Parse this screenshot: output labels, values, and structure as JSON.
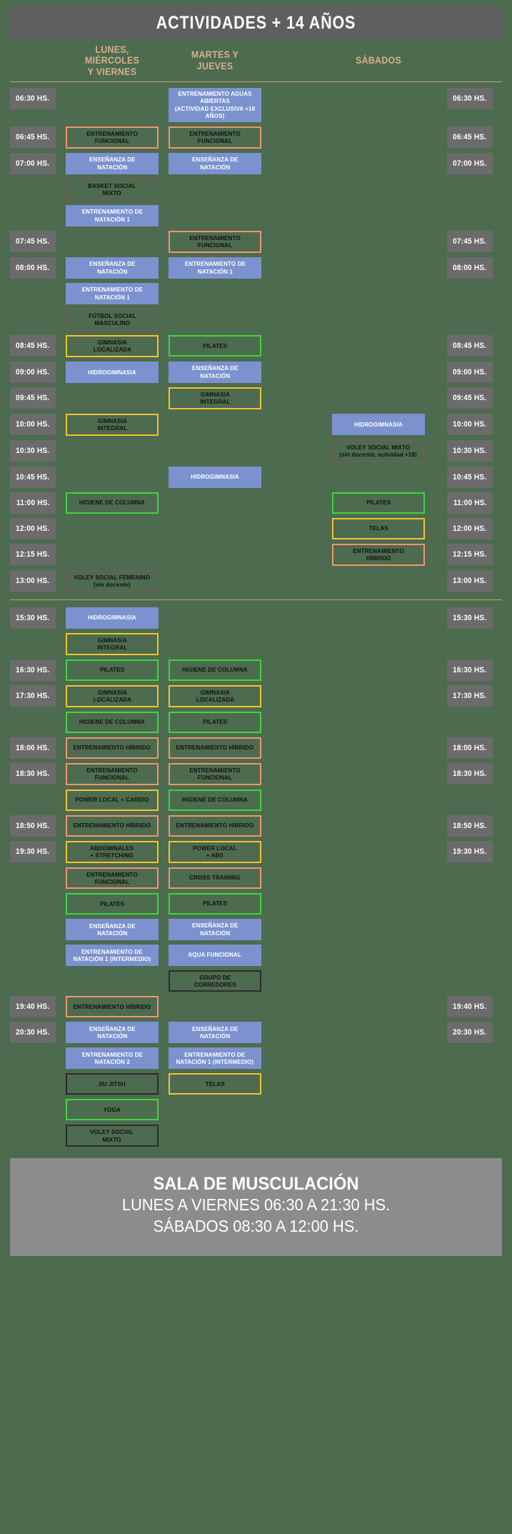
{
  "header": {
    "title": "ACTIVIDADES + 14 AÑOS",
    "columns": [
      {
        "id": "lmv",
        "label_line1": "LUNES, MIÉRCOLES",
        "label_line2": "Y VIERNES"
      },
      {
        "id": "mj",
        "label_line1": "MARTES Y",
        "label_line2": "JUEVES"
      },
      {
        "id": "sab",
        "label_line1": "SÁBADOS",
        "label_line2": ""
      }
    ]
  },
  "colors": {
    "background": "#4d6b4f",
    "header_bar": "#5f5f5f",
    "time_cell": "#6b6b6b",
    "day_label": "#d4b28c",
    "rule": "#c9a578",
    "pool_blue": "#7b92cf",
    "orange_border": "#f2936e",
    "yellow_border": "#f5c32c",
    "green_border": "#3dd63d",
    "gray_border": "#6b5f57",
    "dark_border": "#2b2b2b",
    "footer_bar": "#8c8c8c"
  },
  "morning": [
    {
      "time": "06:30 HS.",
      "lmv": [],
      "mj": [
        {
          "label": "ENTRENAMIENTO AGUAS ABIERTAS\n(ACTIVIDAD EXCLUSIVA +18 AÑOS)",
          "style": "blue"
        }
      ],
      "sab": []
    },
    {
      "time": "06:45 HS.",
      "lmv": [
        {
          "label": "ENTRENAMIENTO\nFUNCIONAL",
          "style": "orange"
        }
      ],
      "mj": [
        {
          "label": "ENTRENAMIENTO\nFUNCIONAL",
          "style": "orange"
        }
      ],
      "sab": []
    },
    {
      "time": "07:00 HS.",
      "lmv": [
        {
          "label": "ENSEÑANZA DE\nNATACIÓN",
          "style": "blue"
        },
        {
          "label": "BASKET SOCIAL\nMIXTO",
          "style": "gray"
        },
        {
          "label": "ENTRENAMIENTO DE\nNATACIÓN 1",
          "style": "blue"
        }
      ],
      "mj": [
        {
          "label": "ENSEÑANZA DE\nNATACIÓN",
          "style": "blue"
        }
      ],
      "sab": []
    },
    {
      "time": "07:45 HS.",
      "lmv": [],
      "mj": [
        {
          "label": "ENTRENAMIENTO\nFUNCIONAL",
          "style": "orange"
        }
      ],
      "sab": []
    },
    {
      "time": "08:00 HS.",
      "lmv": [
        {
          "label": "ENSEÑANZA DE\nNATACIÓN",
          "style": "blue"
        },
        {
          "label": "ENTRENAMIENTO DE\nNATACIÓN 1",
          "style": "blue"
        },
        {
          "label": "FÚTBOL SOCIAL\nMASCULINO",
          "style": "gray"
        }
      ],
      "mj": [
        {
          "label": "ENTRENAMIENTO DE\nNATACIÓN 1",
          "style": "blue"
        }
      ],
      "sab": []
    },
    {
      "time": "08:45 HS.",
      "lmv": [
        {
          "label": "GIMNASIA\nLOCALIZADA",
          "style": "yellow"
        }
      ],
      "mj": [
        {
          "label": "PILATES",
          "style": "green"
        }
      ],
      "sab": []
    },
    {
      "time": "09:00 HS.",
      "lmv": [
        {
          "label": "HIDROGIMNASIA",
          "style": "blue"
        }
      ],
      "mj": [
        {
          "label": "ENSEÑANZA DE\nNATACIÓN",
          "style": "blue"
        }
      ],
      "sab": []
    },
    {
      "time": "09:45 HS.",
      "lmv": [],
      "mj": [
        {
          "label": "GIMNASIA\nINTEGRAL",
          "style": "yellow"
        }
      ],
      "sab": []
    },
    {
      "time": "10:00 HS.",
      "lmv": [
        {
          "label": "GIMNASIA\nINTEGRAL",
          "style": "yellow"
        }
      ],
      "mj": [],
      "sab": [
        {
          "label": "HIDROGIMNASIA",
          "style": "blue"
        }
      ]
    },
    {
      "time": "10:30 HS.",
      "lmv": [],
      "mj": [],
      "sab": [
        {
          "label": "VOLEY SOCIAL MIXTO\n(sin docente, actividad +18)",
          "style": "gray"
        }
      ]
    },
    {
      "time": "10:45 HS.",
      "lmv": [],
      "mj": [
        {
          "label": "HIDROGIMNASIA",
          "style": "blue"
        }
      ],
      "sab": []
    },
    {
      "time": "11:00 HS.",
      "lmv": [
        {
          "label": "HIGIENE DE COLUMNA",
          "style": "green"
        }
      ],
      "mj": [],
      "sab": [
        {
          "label": "PILATES",
          "style": "green"
        }
      ]
    },
    {
      "time": "12:00 HS.",
      "lmv": [],
      "mj": [],
      "sab": [
        {
          "label": "TELAS",
          "style": "yellow"
        }
      ]
    },
    {
      "time": "12:15 HS.",
      "lmv": [],
      "mj": [],
      "sab": [
        {
          "label": "ENTRENAMIENTO\nHÍBRIDO",
          "style": "orange"
        }
      ]
    },
    {
      "time": "13:00 HS.",
      "lmv": [
        {
          "label": "VOLEY SOCIAL FEMENINO\n(sin docente)",
          "style": "gray"
        }
      ],
      "mj": [],
      "sab": []
    }
  ],
  "afternoon": [
    {
      "time": "15:30 HS.",
      "lmv": [
        {
          "label": "HIDROGIMNASIA",
          "style": "blue"
        },
        {
          "label": "GIMNASIA\nINTEGRAL",
          "style": "yellow"
        }
      ],
      "mj": [],
      "sab": []
    },
    {
      "time": "16:30 HS.",
      "lmv": [
        {
          "label": "PILATES",
          "style": "green"
        }
      ],
      "mj": [
        {
          "label": "HIGIENE DE COLUMNA",
          "style": "green"
        }
      ],
      "sab": []
    },
    {
      "time": "17:30 HS.",
      "lmv": [
        {
          "label": "GIMNASIA\nLOCALIZADA",
          "style": "yellow"
        },
        {
          "label": "HIGIENE DE COLUMNA",
          "style": "green"
        }
      ],
      "mj": [
        {
          "label": "GIMNASIA\nLOCALIZADA",
          "style": "yellow"
        },
        {
          "label": "PILATES",
          "style": "green"
        }
      ],
      "sab": []
    },
    {
      "time": "18:00 HS.",
      "lmv": [
        {
          "label": "ENTRENAMIENTO HÍBRIDO",
          "style": "orange"
        }
      ],
      "mj": [
        {
          "label": "ENTRENAMIENTO HÍBRIDO",
          "style": "orange"
        }
      ],
      "sab": []
    },
    {
      "time": "18:30 HS.",
      "lmv": [
        {
          "label": "ENTRENAMIENTO FUNCIONAL",
          "style": "orange"
        },
        {
          "label": "POWER LOCAL + CARDIO",
          "style": "yellow"
        }
      ],
      "mj": [
        {
          "label": "ENTRENAMIENTO FUNCIONAL",
          "style": "orange"
        },
        {
          "label": "HIGIENE DE COLUMNA",
          "style": "green"
        }
      ],
      "sab": []
    },
    {
      "time": "18:50 HS.",
      "lmv": [
        {
          "label": "ENTRENAMIENTO HÍBRIDO",
          "style": "orange"
        }
      ],
      "mj": [
        {
          "label": "ENTRENAMIENTO HÍBRIDO",
          "style": "orange"
        }
      ],
      "sab": []
    },
    {
      "time": "19:30 HS.",
      "lmv": [
        {
          "label": "ABDOMINALES\n+ STRETCHING",
          "style": "yellow"
        },
        {
          "label": "ENTRENAMIENTO\nFUNCIONAL",
          "style": "orange"
        },
        {
          "label": "PILATES",
          "style": "green"
        },
        {
          "label": "ENSEÑANZA DE\nNATACIÓN",
          "style": "blue"
        },
        {
          "label": "ENTRENAMIENTO DE\nNATACIÓN 1 (INTERMEDIO)",
          "style": "blue"
        }
      ],
      "mj": [
        {
          "label": "POWER LOCAL\n+ ABS",
          "style": "yellow"
        },
        {
          "label": "CROSS TRAINING",
          "style": "orange"
        },
        {
          "label": "PILATES",
          "style": "green"
        },
        {
          "label": "ENSEÑANZA DE\nNATACIÓN",
          "style": "blue"
        },
        {
          "label": "AQUA FUNCIONAL",
          "style": "blue"
        },
        {
          "label": "GRUPO DE\nCORREDORES",
          "style": "dark"
        }
      ],
      "sab": []
    },
    {
      "time": "19:40 HS.",
      "lmv": [
        {
          "label": "ENTRENAMIENTO HÍBRIDO",
          "style": "orange"
        }
      ],
      "mj": [],
      "sab": []
    },
    {
      "time": "20:30 HS.",
      "lmv": [
        {
          "label": "ENSEÑANZA DE\nNATACIÓN",
          "style": "blue"
        },
        {
          "label": "ENTRENAMIENTO DE\nNATACIÓN 2",
          "style": "blue"
        },
        {
          "label": "JIU JITSU",
          "style": "dark"
        },
        {
          "label": "YOGA",
          "style": "green"
        },
        {
          "label": "VOLEY SOCIAL\nMIXTO",
          "style": "dark"
        }
      ],
      "mj": [
        {
          "label": "ENSEÑANZA DE\nNATACIÓN",
          "style": "blue"
        },
        {
          "label": "ENTRENAMIENTO DE\nNATACIÓN 1 (INTERMEDIO)",
          "style": "blue"
        },
        {
          "label": "TELAS",
          "style": "yellow"
        }
      ],
      "sab": []
    }
  ],
  "footer": {
    "line1": "SALA DE MUSCULACIÓN",
    "line2": "LUNES A VIERNES 06:30 A 21:30 HS.",
    "line3": "SÁBADOS 08:30 A 12:00 HS."
  }
}
